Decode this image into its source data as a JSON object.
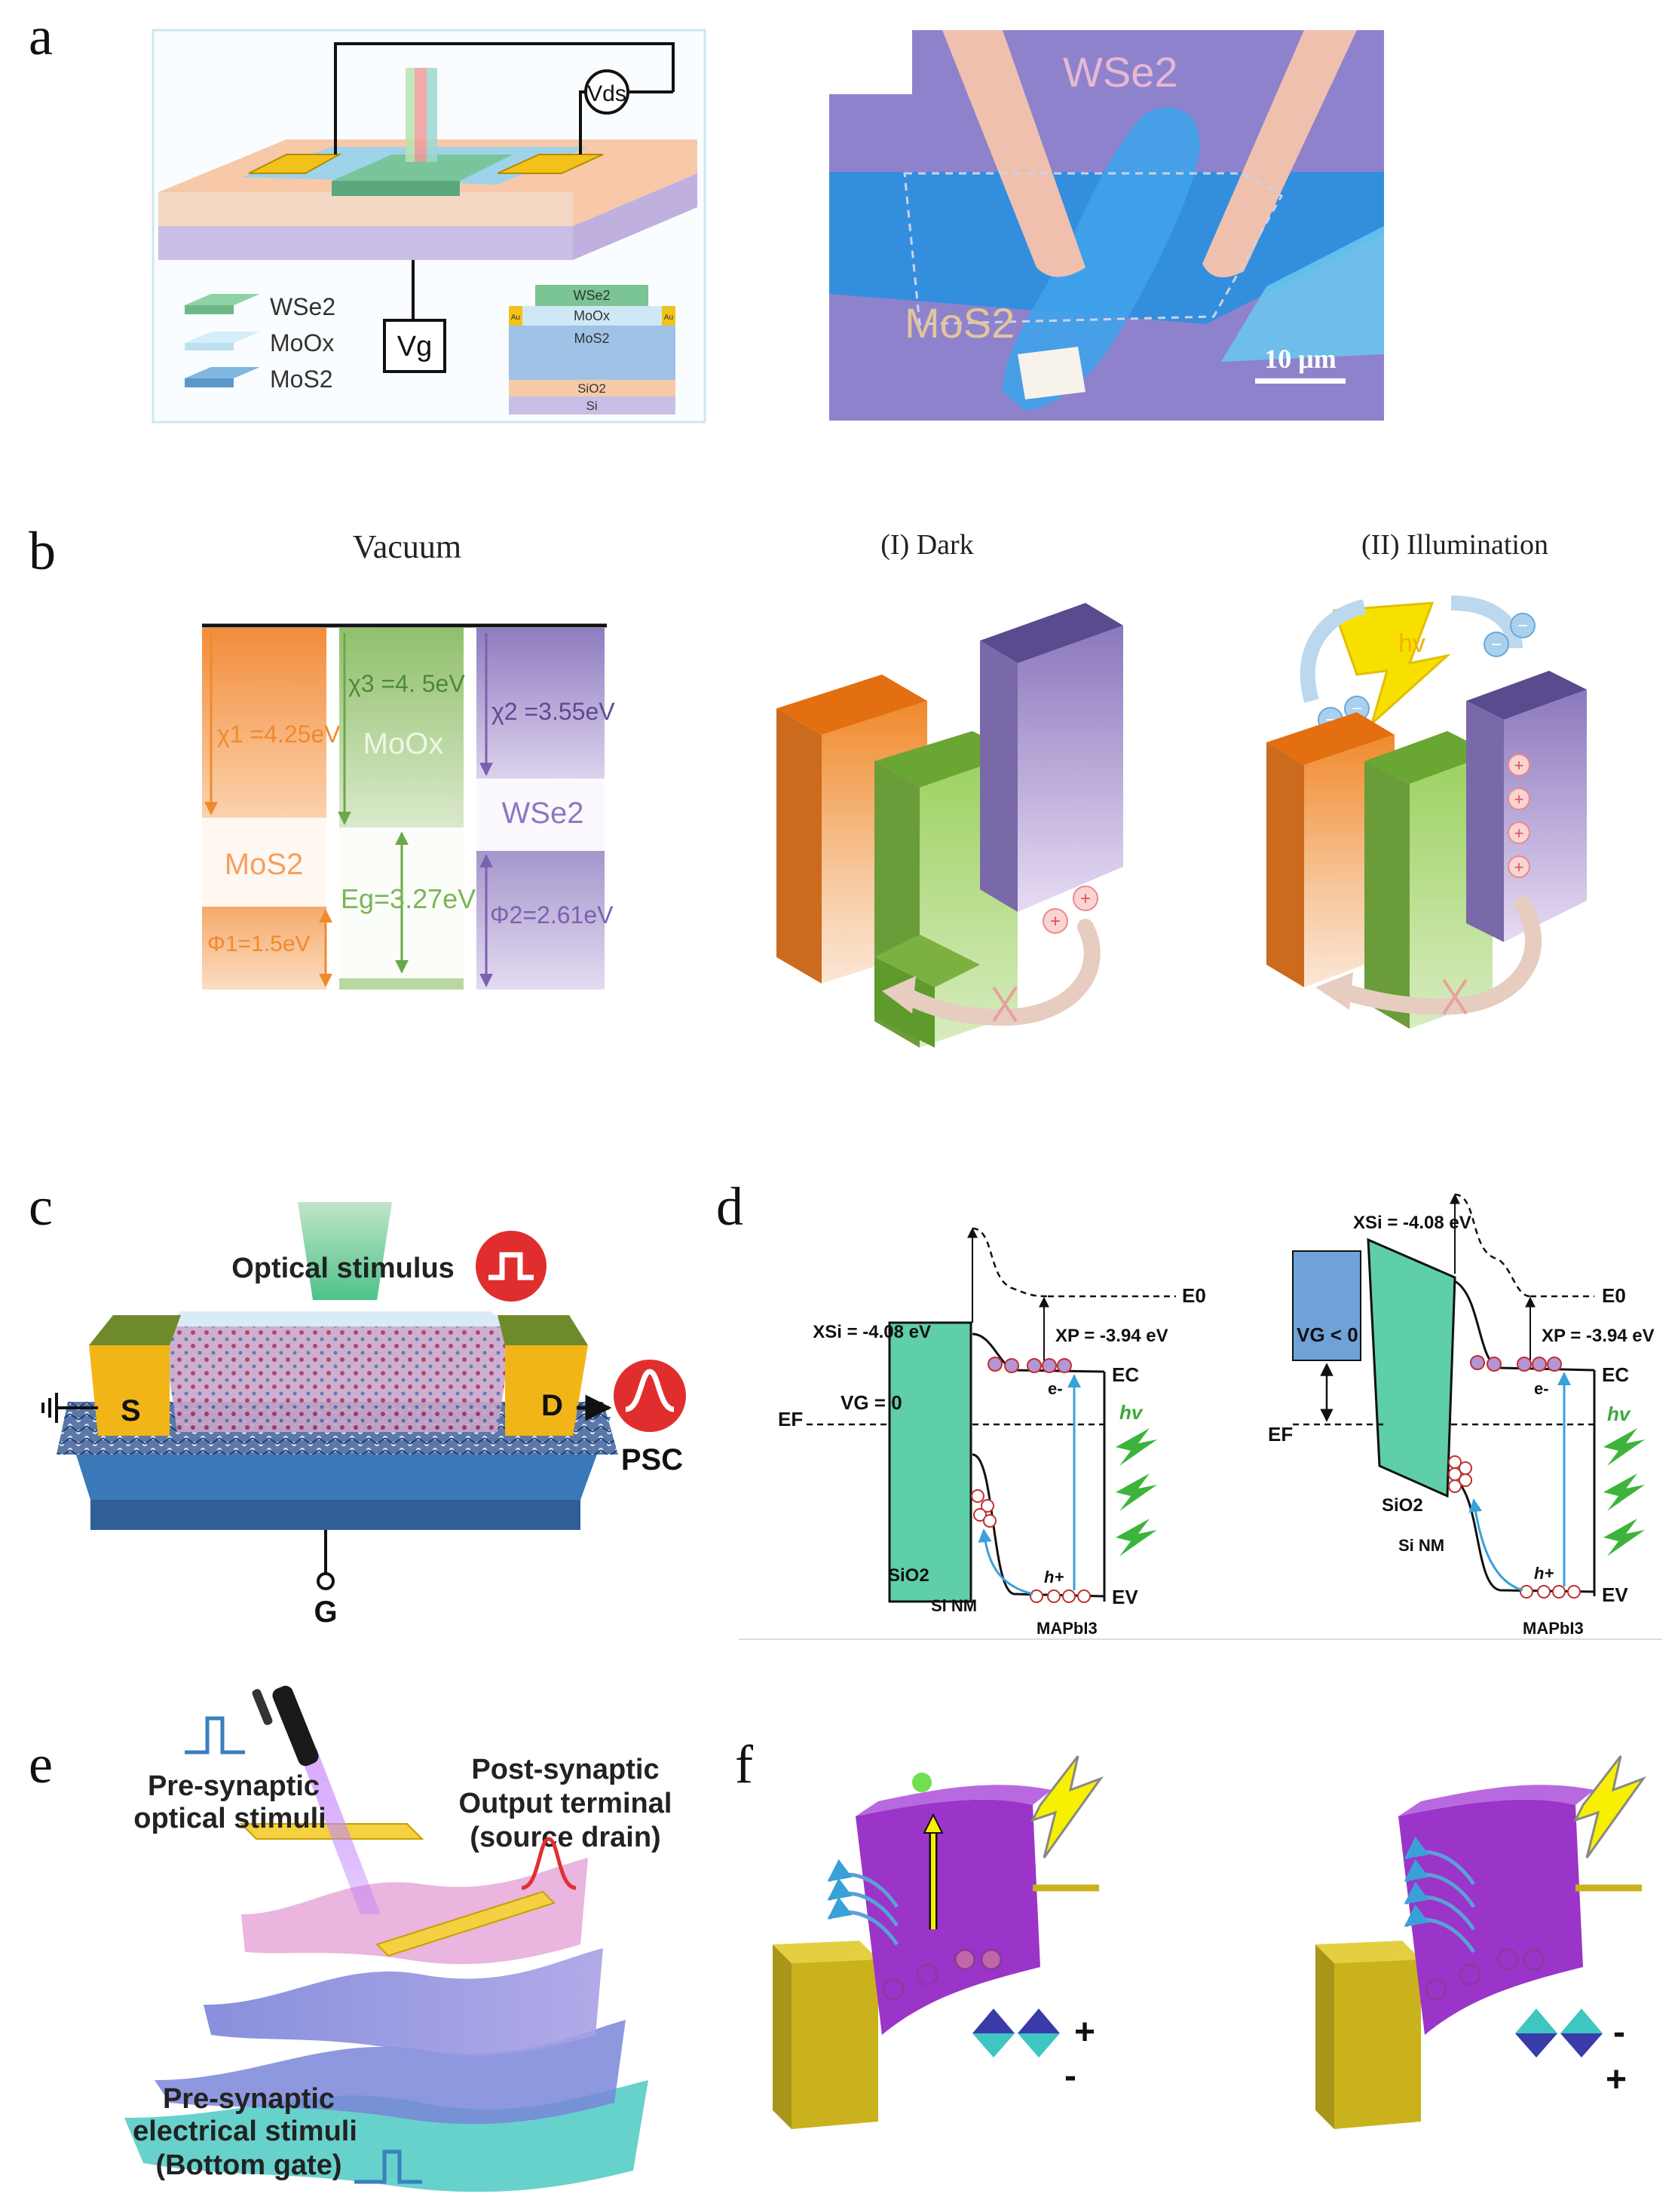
{
  "panels": {
    "a": {
      "letter": "a",
      "schematic": {
        "vds": "Vds",
        "vg": "Vg",
        "legend": [
          "WSe2",
          "MoOx",
          "MoS2"
        ],
        "stack": [
          "WSe2",
          "MoOx",
          "MoS2",
          "SiO2",
          "Si"
        ],
        "au": "Au"
      },
      "micrograph": {
        "wse2": "WSe2",
        "mos2": "MoS2",
        "scale": "10 μm"
      }
    },
    "b": {
      "letter": "b",
      "vacuum": "Vacuum",
      "dark": "(I) Dark",
      "illum": "(II) Illumination",
      "hv": "hv",
      "bands": {
        "chi1": "χ1 =4.25eV",
        "mos2": "MoS2",
        "phi1": "Φ1=1.5eV",
        "chi3": "χ3 =4. 5eV",
        "moox": "MoOx",
        "eg": "Eg=3.27eV",
        "chi2": "χ2 =3.55eV",
        "wse2": "WSe2",
        "phi2": "Φ2=2.61eV"
      }
    },
    "c": {
      "letter": "c",
      "optical": "Optical stimulus",
      "s": "S",
      "d": "D",
      "psc": "PSC",
      "g": "G"
    },
    "d": {
      "letter": "d",
      "left": {
        "xsi": "XSi = -4.08 eV",
        "xp": "XP = -3.94 eV",
        "e0": "E0",
        "ec": "EC",
        "ef": "EF",
        "ev": "EV",
        "vg": "VG = 0",
        "hv": "hv",
        "sio2": "SiO2",
        "sinm": "Si NM",
        "mapbi": "MAPbI3",
        "e": "e-",
        "h": "h+"
      },
      "right": {
        "xsi": "XSi = -4.08 eV",
        "xp": "XP = -3.94 eV",
        "e0": "E0",
        "ec": "EC",
        "ef": "EF",
        "ev": "EV",
        "vg": "VG < 0",
        "hv": "hv",
        "sio2": "SiO2",
        "sinm": "Si NM",
        "mapbi": "MAPbI3",
        "e": "e-",
        "h": "h+"
      }
    },
    "e": {
      "letter": "e",
      "pre_opt_1": "Pre-synaptic",
      "pre_opt_2": "optical stimuli",
      "post_1": "Post-synaptic",
      "post_2": "Output terminal",
      "post_3": "(source drain)",
      "pre_el_1": "Pre-synaptic",
      "pre_el_2": "electrical stimuli",
      "pre_el_3": "(Bottom gate)"
    },
    "f": {
      "letter": "f",
      "left_sign_top": "+",
      "left_sign_bottom": "-",
      "right_sign_top": "-",
      "right_sign_bottom": "+"
    }
  },
  "colors": {
    "mos2_orange": "#f39a4a",
    "moox_green": "#8cc264",
    "wse2_purple": "#9a85c4",
    "substrate_purple": "#8a7ec8",
    "sio2_teal": "#5ecfa8",
    "gold": "#f2b518",
    "stimulus_red": "#e02e2e",
    "panel_f_purple": "#9b34c8",
    "panel_f_gold": "#c9b21c"
  }
}
